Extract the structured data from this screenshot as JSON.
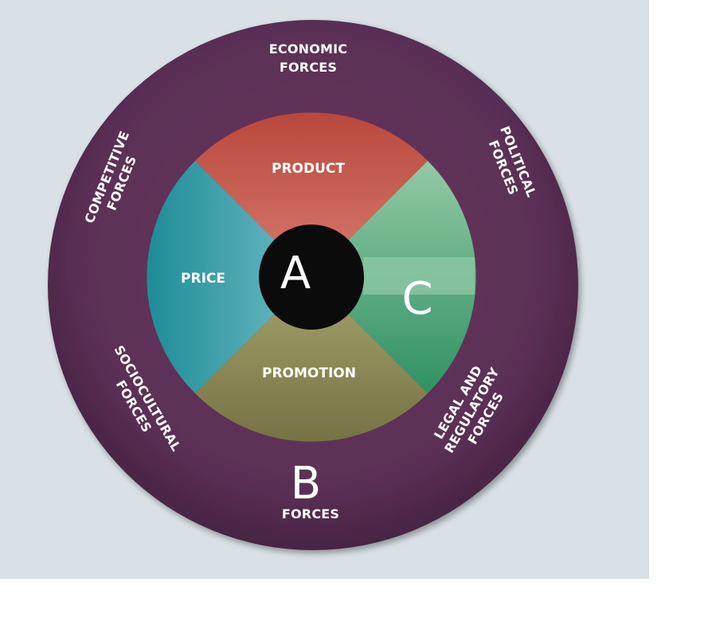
{
  "center": {
    "letter": "A"
  },
  "outer_ring": {
    "letter": "B",
    "forces_caption": "FORCES",
    "economic": [
      "ECONOMIC",
      "FORCES"
    ],
    "political": [
      "POLITICAL",
      "FORCES"
    ],
    "legal": [
      "LEGAL AND",
      "REGULATORY",
      "FORCES"
    ],
    "sociocultural": [
      "SOCIOCULTURAL",
      "FORCES"
    ],
    "competitive": [
      "COMPETITIVE",
      "FORCES"
    ]
  },
  "inner_segments": {
    "top": "PRODUCT",
    "left": "PRICE",
    "bottom": "PROMOTION",
    "right": "C"
  },
  "colors": {
    "background": "#d9e1e6",
    "outer_ring": "#5a2f55",
    "product": "#c4584b",
    "price": "#2f9aa3",
    "promotion": "#8d8a55",
    "right_segment": "#5fae85",
    "center": "#0b0b0b"
  }
}
